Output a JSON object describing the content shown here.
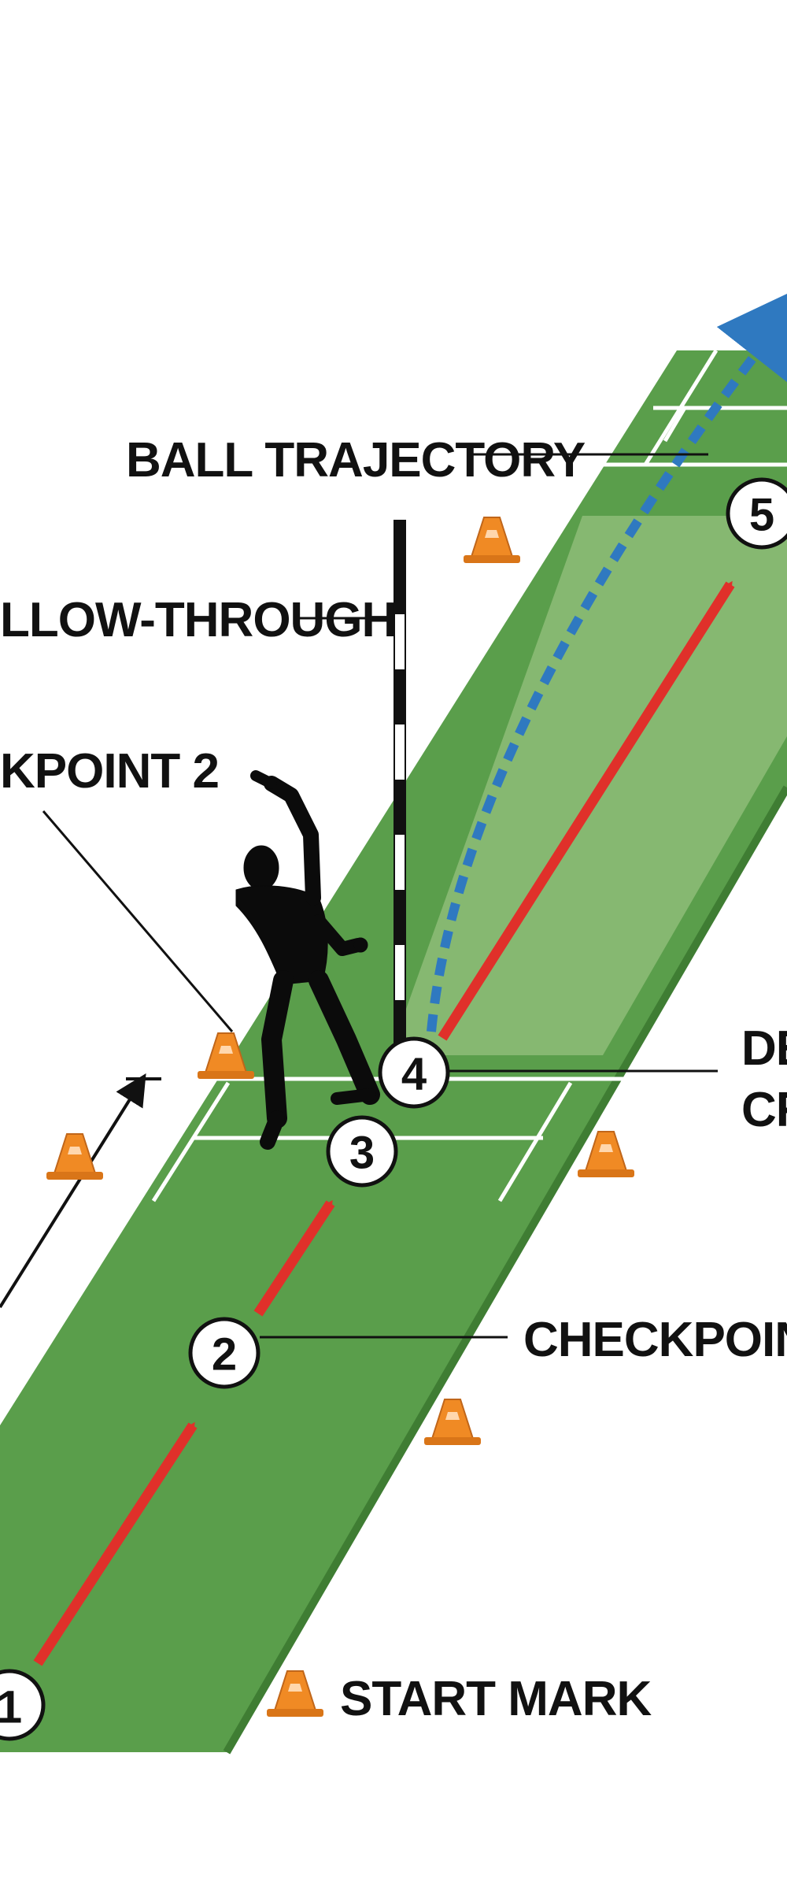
{
  "labels": {
    "ball_trajectory": "BALL TRAJECTORY",
    "follow_through": "LLOW-THROUGH",
    "checkpoint_2_partial": "KPOINT 2",
    "delivery_crease_line1": "DE",
    "delivery_crease_line2": "CR",
    "checkpoint_right": "CHECKPOINT",
    "start_mark": "START MARK"
  },
  "markers": [
    "1",
    "2",
    "3",
    "4",
    "5"
  ],
  "icons": {
    "cone": "traffic-cone-icon",
    "bowler": "bowler-silhouette-icon",
    "stump_pole": "striped-pole-icon"
  },
  "colors": {
    "pitch_dark": "#5a9e4b",
    "pitch_light": "#86b871",
    "run_arrow": "#e0302a",
    "trajectory": "#2f79c0",
    "cone": "#f08a24",
    "ink": "#111111"
  }
}
